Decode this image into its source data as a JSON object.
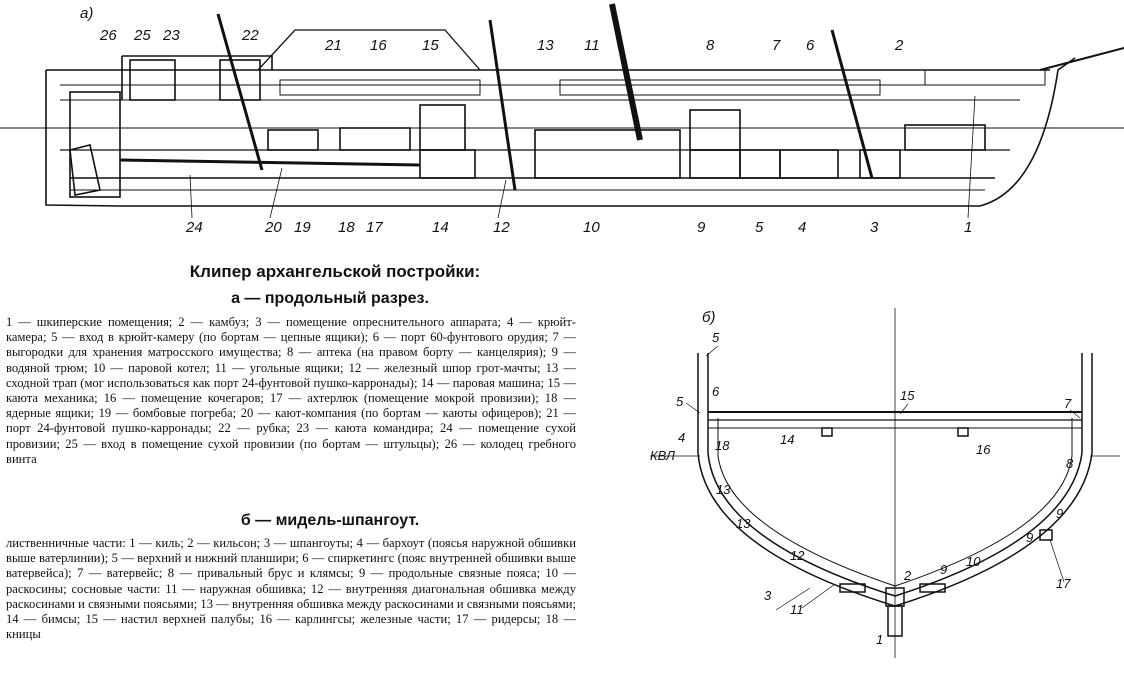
{
  "figure_a": {
    "panel_label": "а)",
    "callouts": [
      "26",
      "25",
      "23",
      "22",
      "21",
      "16",
      "15",
      "13",
      "11",
      "8",
      "7",
      "6",
      "2",
      "24",
      "20",
      "19",
      "18",
      "17",
      "14",
      "12",
      "10",
      "9",
      "5",
      "4",
      "3",
      "1"
    ]
  },
  "figure_b": {
    "panel_label": "б)",
    "callouts": [
      "5",
      "5",
      "6",
      "7",
      "15",
      "4",
      "КВЛ",
      "18",
      "14",
      "16",
      "8",
      "13",
      "13",
      "12",
      "3",
      "11",
      "2",
      "9",
      "10",
      "9",
      "9",
      "17",
      "1"
    ]
  },
  "caption": {
    "title": "Клипер архангельской постройки:",
    "subtitle_a": "а — продольный разрез.",
    "legend_a": "1 — шкиперские помещения; 2 — камбуз; 3 — помещение опреснительного аппарата; 4 — крюйт-камера; 5 — вход в крюйт-камеру (по бортам — цепные ящики); 6 — порт 60-фунтового орудия; 7 — выгородки для хранения матросского имущества; 8 — аптека (на правом борту — канцелярия); 9 — водяной трюм; 10 — паровой котел; 11 — угольные ящики; 12 — железный шпор грот-мачты; 13 — сходной трап (мог использоваться как порт 24-фунтовой пушко-карронады); 14 — паровая машина; 15 — каюта механика; 16 — помещение кочегаров; 17 — ахтерлюк (помещение мокрой провизии); 18 — ядерные ящики; 19 — бомбовые погреба; 20 — кают-компания (по бортам — каюты офицеров); 21 — порт 24-фунтовой пушко-карронады; 22 — рубка; 23 — каюта командира; 24 — помещение сухой провизии; 25 — вход в помещение сухой провизии (по бортам — штульцы); 26 — колодец гребного винта",
    "subtitle_b": "б — мидель-шпангоут.",
    "legend_b": "лиственничные части: 1 — киль; 2 — кильсон; 3 — шпангоуты; 4 — бархоут (поясья наружной обшивки выше ватерлинии); 5 — верхний и нижний планшири; 6 — спиркетингс (пояс внутренней обшивки выше ватервейса); 7 — ватервейс; 8 — привальный брус и клямсы; 9 — продольные связные пояса; 10 — раскосины; сосновые части: 11 — наружная обшивка; 12 — внутренняя диагональная обшивка между раскосинами и связными поясьями; 13 — внутренняя обшивка между раскосинами и связными поясьями; 14 — бимсы; 15 — настил верхней палубы; 16 — карлингсы; железные части; 17 — ридерсы; 18 — кницы"
  }
}
